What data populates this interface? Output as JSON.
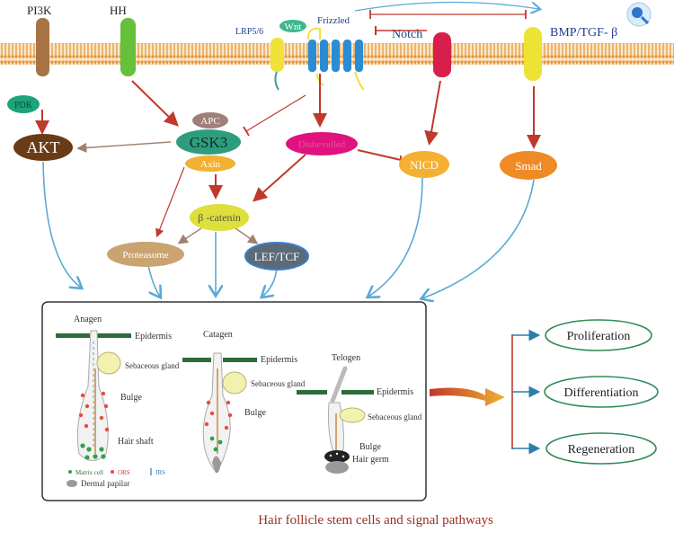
{
  "receptors": {
    "pi3k": "PI3K",
    "hh": "HH",
    "lrp": "LRP5/6",
    "wnt": "Wnt",
    "frizzled": "Frizzled",
    "notch": "Notch",
    "bmp": "BMP/TGF- β"
  },
  "nodes": {
    "pdk": "PDK",
    "akt": "AKT",
    "apc": "APC",
    "gsk3": "GSK3",
    "axin": "Axin",
    "dvl": "Dishevelled",
    "bcatenin": "β -catenin",
    "proteasome": "Proteasome",
    "leftcf": "LEF/TCF",
    "nicd": "NICD",
    "smad": "Smad"
  },
  "follicle": {
    "anagen": "Anagen",
    "catagen": "Catagen",
    "telogen": "Telogen",
    "epidermis": "Epidermis",
    "sebaceous": "Sebaceous gland",
    "bulge": "Bulge",
    "hair_shaft": "Hair shaft",
    "hair_germ": "Hair germ",
    "legend_matrix": "Matrix cell",
    "legend_ors": "ORS",
    "legend_irs": "IRS",
    "legend_dp": "Dermal papilar"
  },
  "outcomes": {
    "proliferation": "Proliferation",
    "differentiation": "Differentiation",
    "regeneration": "Regeneration"
  },
  "caption": "Hair follicle stem cells and signal pathways",
  "colors": {
    "pathway_arrow": "#c0392b",
    "flow_arrow": "#5aa9d6",
    "outcome_border": "#2e8b57",
    "caption": "#9b2d1e"
  },
  "icons": {
    "magnifier": "magnifier-icon"
  }
}
